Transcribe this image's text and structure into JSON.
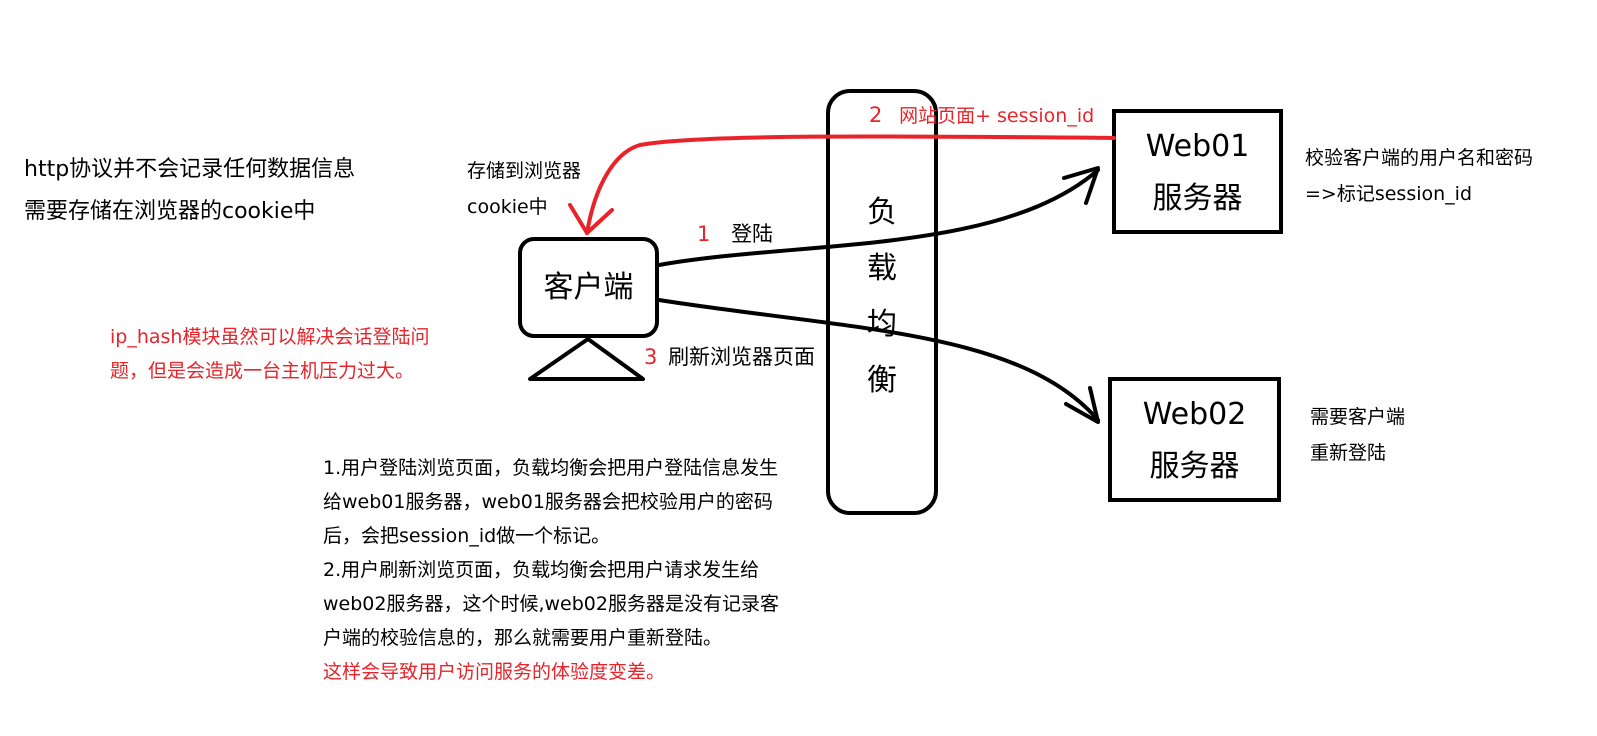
{
  "notes": {
    "http_line1": "http协议并不会记录任何数据信息",
    "http_line2": "需要存储在浏览器的cookie中",
    "store_line1": "存储到浏览器",
    "store_line2": "cookie中",
    "ip_hash_line1": "ip_hash模块虽然可以解决会话登陆问",
    "ip_hash_line2": "题，但是会造成一台主机压力过大。"
  },
  "nodes": {
    "client": "客户端",
    "load_balancer": [
      "负",
      "载",
      "均",
      "衡"
    ],
    "web01_line1": "Web01",
    "web01_line2": "服务器",
    "web02_line1": "Web02",
    "web02_line2": "服务器"
  },
  "arrows": {
    "login_num": "1",
    "login_text": "登陆",
    "response_num": "2",
    "response_text": "网站页面+ session_id",
    "refresh_num": "3",
    "refresh_text": "刷新浏览器页面"
  },
  "server_notes": {
    "web01_line1": "校验客户端的用户名和密码",
    "web01_line2": "=>标记session_id",
    "web02_line1": "需要客户端",
    "web02_line2": "重新登陆"
  },
  "steps": {
    "l1": "1.用户登陆浏览页面，负载均衡会把用户登陆信息发生",
    "l2": "给web01服务器，web01服务器会把校验用户的密码",
    "l3": "后，会把session_id做一个标记。",
    "l4": "2.用户刷新浏览页面，负载均衡会把用户请求发生给",
    "l5": "web02服务器，这个时候,web02服务器是没有记录客",
    "l6": "户端的校验信息的，那么就需要用户重新登陆。",
    "l7": "这样会导致用户访问服务的体验度变差。"
  },
  "colors": {
    "red": "#e8242a",
    "black": "#000000"
  }
}
